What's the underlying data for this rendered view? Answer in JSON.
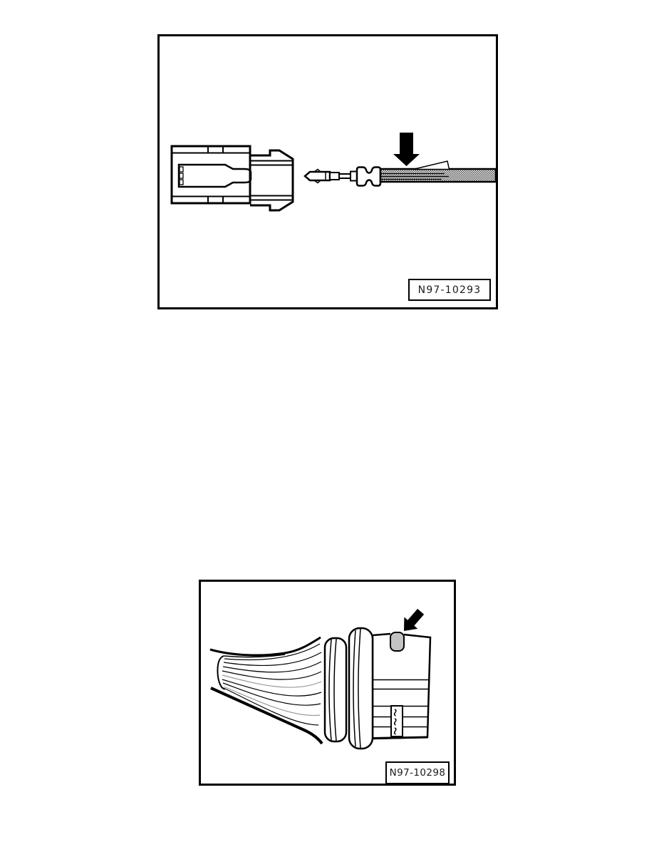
{
  "document": {
    "figures": [
      {
        "id": "top",
        "caption": "N97-10293"
      },
      {
        "id": "bottom",
        "caption": "N97-10298"
      }
    ],
    "colors": {
      "ink": "#000000",
      "paper": "#ffffff",
      "highlight_tab": "#c3c3c3",
      "faint_strand": "#999999"
    },
    "icons": [
      {
        "name": "down-arrow-icon",
        "glyph": "solid black arrow pointing down at wire"
      },
      {
        "name": "diagonal-arrow-icon",
        "glyph": "solid black arrow pointing at release tab"
      },
      {
        "name": "release-wedge-icon",
        "glyph": "thin outlined wedge on wire"
      }
    ]
  }
}
